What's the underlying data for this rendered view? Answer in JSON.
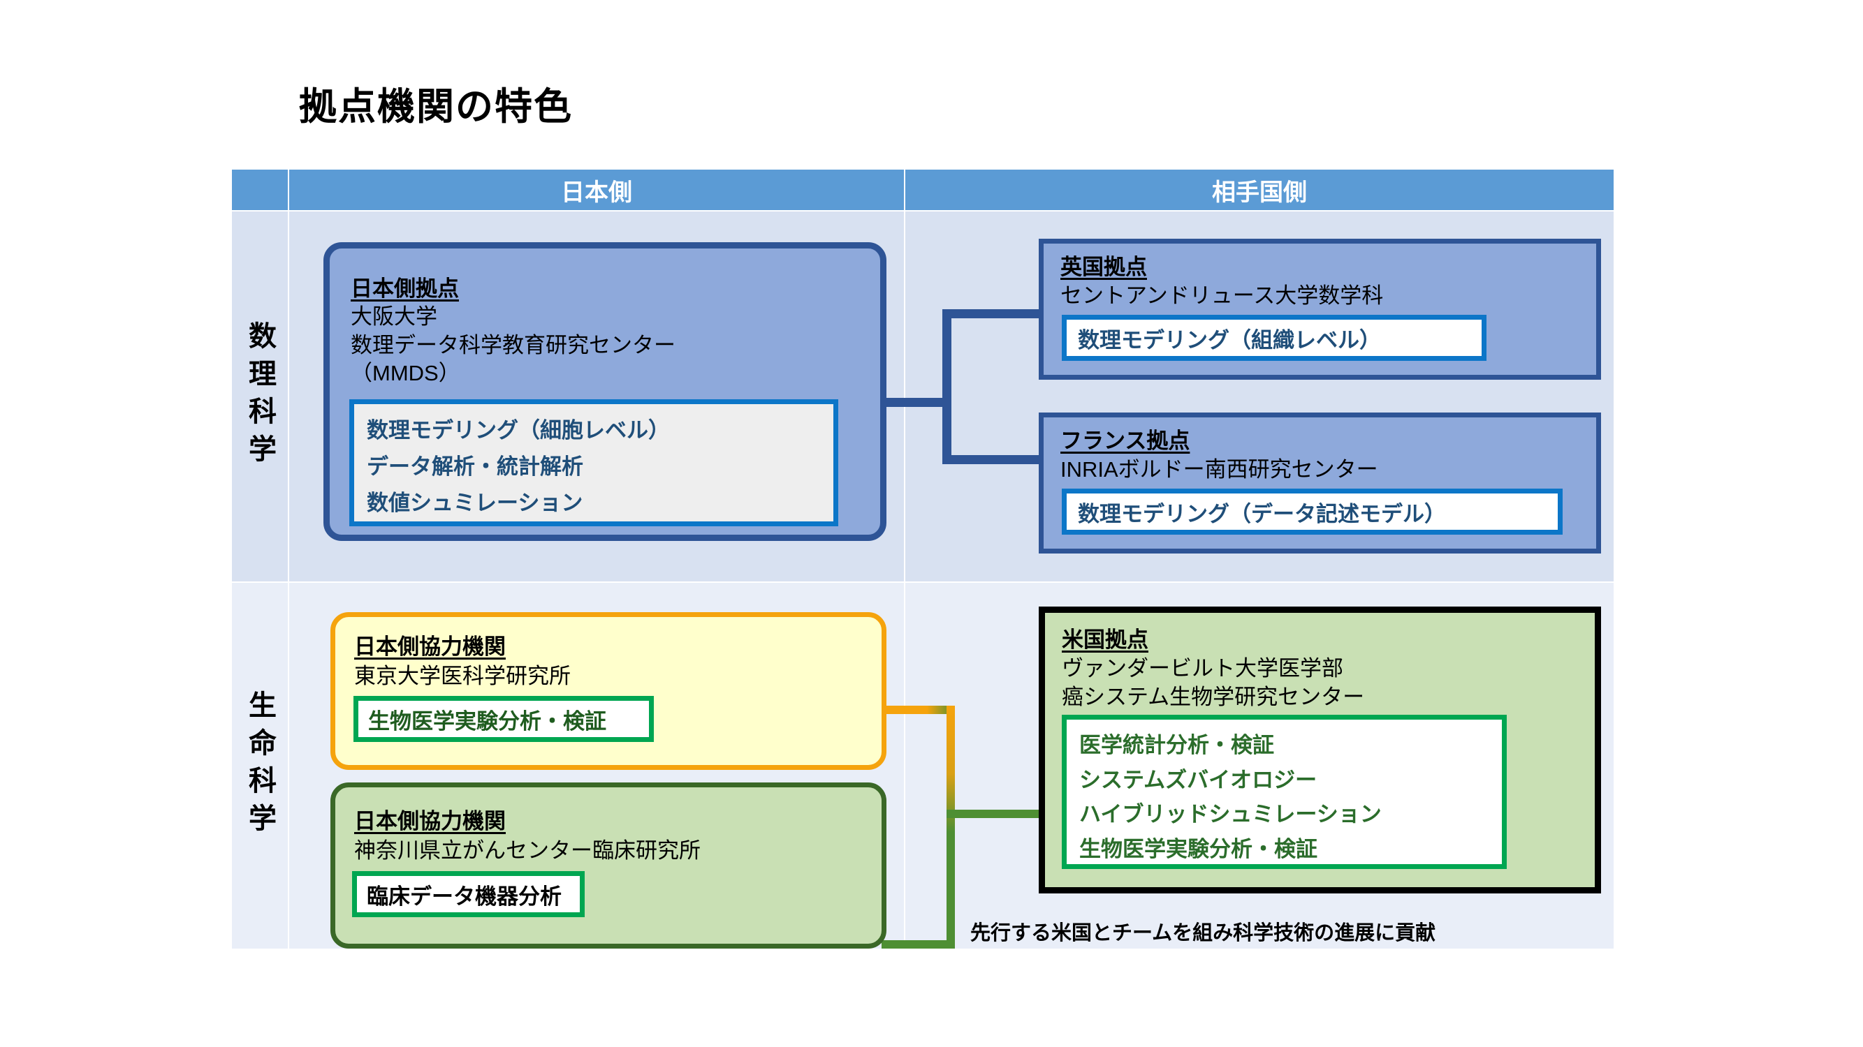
{
  "title": "拠点機関の特色",
  "table": {
    "headers": {
      "corner": "",
      "japan": "日本側",
      "partner": "相手国側"
    },
    "row_labels": [
      "数理科学",
      "生命科学"
    ]
  },
  "boxes": {
    "mmds": {
      "heading": "日本側拠点",
      "lines": [
        "大阪大学",
        "数理データ科学教育研究センター",
        "（MMDS）"
      ],
      "items": [
        "数理モデリング（細胞レベル）",
        "データ解析・統計解析",
        "数値シュミレーション"
      ],
      "fill": "#8ea9db",
      "border": "#2e5496",
      "inner_border": "#0c76c8",
      "inner_fill": "#eeeeee",
      "inner_text": "#1f4e79"
    },
    "uk": {
      "heading": "英国拠点",
      "lines": [
        "セントアンドリュース大学数学科"
      ],
      "items": [
        "数理モデリング（組織レベル）"
      ],
      "fill": "#8ea9db",
      "border": "#2e5496",
      "inner_border": "#0c76c8",
      "inner_fill": "#ffffff",
      "inner_text": "#1f4e79"
    },
    "france": {
      "heading": "フランス拠点",
      "lines": [
        "INRIAボルドー南西研究センター"
      ],
      "items": [
        "数理モデリング（データ記述モデル）"
      ],
      "fill": "#8ea9db",
      "border": "#2e5496",
      "inner_border": "#0c76c8",
      "inner_fill": "#ffffff",
      "inner_text": "#1f4e79"
    },
    "jp_partner_todai": {
      "heading": "日本側協力機関",
      "lines": [
        "東京大学医科学研究所"
      ],
      "items": [
        "生物医学実験分析・検証"
      ],
      "fill": "#ffffcc",
      "border": "#f5a30d",
      "inner_border": "#00a651",
      "inner_fill": "#ffffff",
      "inner_text": "#1f5c1f"
    },
    "jp_partner_kanagawa": {
      "heading": "日本側協力機関",
      "lines": [
        "神奈川県立がんセンター臨床研究所"
      ],
      "items": [
        "臨床データ機器分析"
      ],
      "fill": "#c9e0b4",
      "border": "#3a6827",
      "inner_border": "#00a651",
      "inner_fill": "#ffffff",
      "inner_text": "#000000"
    },
    "usa": {
      "heading": "米国拠点",
      "lines": [
        "ヴァンダービルト大学医学部",
        "癌システム生物学研究センター"
      ],
      "items": [
        "医学統計分析・検証",
        "システムズバイオロジー",
        "ハイブリッドシュミレーション",
        "生物医学実験分析・検証"
      ],
      "fill": "#c9e0b4",
      "border": "#000000",
      "inner_border": "#00a651",
      "inner_fill": "#ffffff",
      "inner_text": "#2b6d2b",
      "caption": "先行する米国とチームを組み科学技術の進展に貢献"
    }
  },
  "colors": {
    "header_blue": "#5b9bd5",
    "row1_cell": "#d8e1f1",
    "row2_cell": "#e9eef8",
    "connector_blue": "#2e5496",
    "connector_orange": "#f5a30d",
    "connector_green": "#4e8f33",
    "page_background": "#ffffff"
  }
}
